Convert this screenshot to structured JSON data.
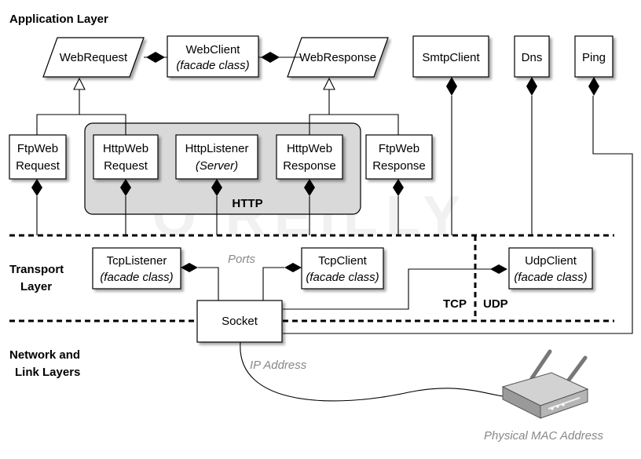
{
  "layers": {
    "application": "Application Layer",
    "transport_line1": "Transport",
    "transport_line2": "Layer",
    "network_line1": "Network and",
    "network_line2": "Link Layers"
  },
  "classes": {
    "webrequest": "WebRequest",
    "webclient": "WebClient",
    "webclient_sub": "(facade class)",
    "webresponse": "WebResponse",
    "smtpclient": "SmtpClient",
    "dns": "Dns",
    "ping": "Ping",
    "ftpwebrequest_1": "FtpWeb",
    "ftpwebrequest_2": "Request",
    "httpwebrequest_1": "HttpWeb",
    "httpwebrequest_2": "Request",
    "httplistener": "HttpListener",
    "httplistener_sub": "(Server)",
    "httpwebresponse_1": "HttpWeb",
    "httpwebresponse_2": "Response",
    "ftpwebresponse_1": "FtpWeb",
    "ftpwebresponse_2": "Response",
    "tcplistener": "TcpListener",
    "tcplistener_sub": "(facade class)",
    "tcpclient": "TcpClient",
    "tcpclient_sub": "(facade class)",
    "udpclient": "UdpClient",
    "udpclient_sub": "(facade class)",
    "socket": "Socket"
  },
  "labels": {
    "http": "HTTP",
    "ports": "Ports",
    "tcp": "TCP",
    "udp": "UDP",
    "ip_address": "IP Address",
    "mac_address": "Physical MAC Address"
  },
  "watermark": "O'REILLY"
}
